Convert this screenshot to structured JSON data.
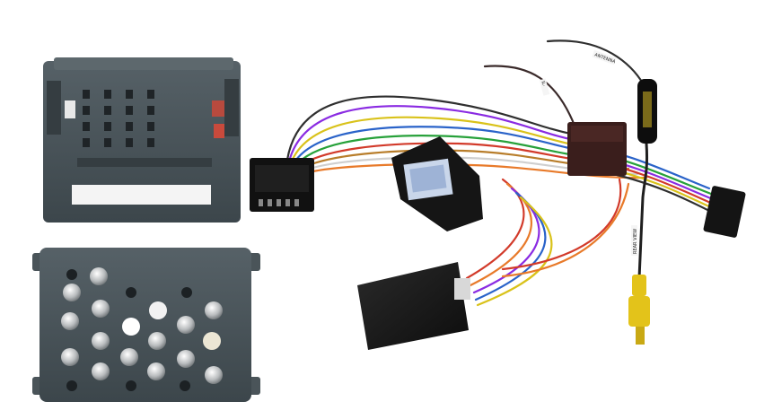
{
  "image": {
    "kind": "product-photo",
    "background": "#ffffff",
    "colors": {
      "connector_body": "#4a5459",
      "connector_dark": "#2f3539",
      "module_black": "#151515",
      "module_dark_red": "#3a1e1c",
      "label_blue": "#c9d6ea",
      "rca_yellow": "#e3c31a"
    },
    "tags": {
      "tag_1": "ANTENNA",
      "tag_2": "IL-",
      "tag_3": "REAR VIEW"
    }
  }
}
